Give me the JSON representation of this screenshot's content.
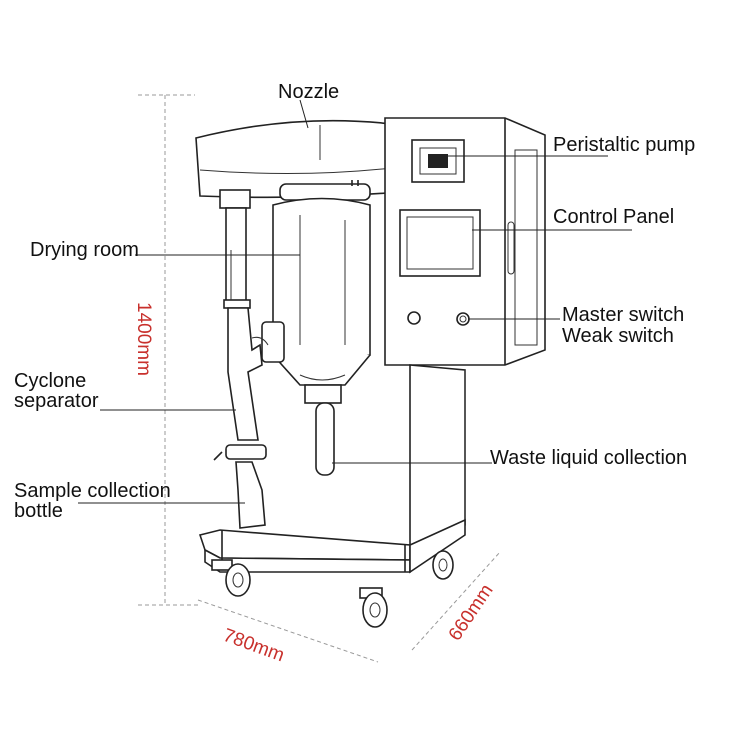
{
  "labels": {
    "nozzle": "Nozzle",
    "peristaltic_pump": "Peristaltic pump",
    "control_panel": "Control Panel",
    "drying_room": "Drying room",
    "master_switch": "Master switch",
    "weak_switch": "Weak switch",
    "cyclone_line1": "Cyclone",
    "cyclone_line2": "separator",
    "waste_liquid": "Waste liquid collection",
    "sample_line1": "Sample collection",
    "sample_line2": "bottle"
  },
  "dimensions": {
    "height": "1400mm",
    "width": "780mm",
    "depth": "660mm"
  },
  "colors": {
    "dimension_text": "#c8302c",
    "line": "#222222"
  }
}
